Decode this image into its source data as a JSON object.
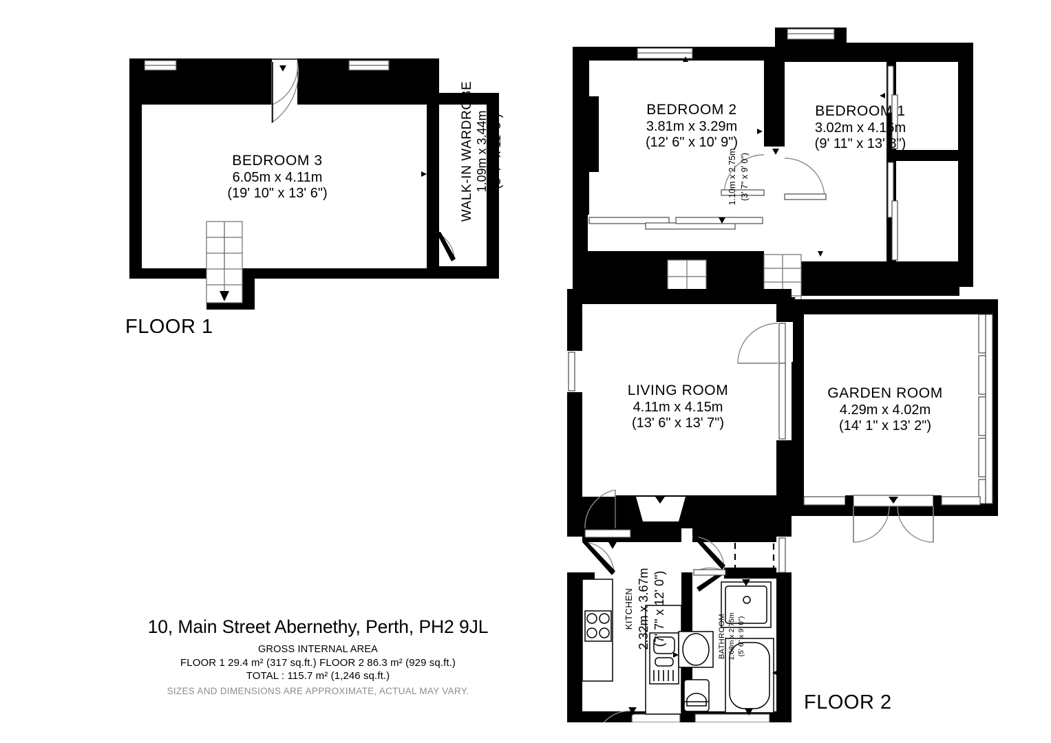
{
  "document": {
    "type": "floor-plan",
    "address": "10, Main Street Abernethy, Perth, PH2 9JL",
    "gross_internal_area_label": "GROSS INTERNAL AREA",
    "areas_line": "FLOOR 1 29.4 m² (317 sq.ft.)   FLOOR 2 86.3 m² (929 sq.ft.)",
    "total_line": "TOTAL :  115.7 m² (1,246 sq.ft.)",
    "disclaimer": "SIZES AND DIMENSIONS ARE APPROXIMATE, ACTUAL MAY VARY."
  },
  "floors": [
    {
      "tag": "FLOOR 1",
      "area_metric": "29.4 m²",
      "area_imperial": "317 sq.ft.",
      "rooms": [
        {
          "name": "BEDROOM 3",
          "dim_metric": "6.05m x 4.11m",
          "dim_imperial": "(19' 10\" x 13' 6\")",
          "orientation": "horizontal"
        },
        {
          "name": "WALK-IN WARDROBE",
          "dim_metric": "1.09m x 3.44m",
          "dim_imperial": "(3' 7\" x 11' 3\")",
          "orientation": "vertical"
        }
      ]
    },
    {
      "tag": "FLOOR 2",
      "area_metric": "86.3 m²",
      "area_imperial": "929 sq.ft.",
      "rooms": [
        {
          "name": "BEDROOM 2",
          "dim_metric": "3.81m x 3.29m",
          "dim_imperial": "(12' 6\" x 10' 9\")",
          "orientation": "horizontal"
        },
        {
          "name": "BEDROOM 1",
          "dim_metric": "3.02m x 4.16m",
          "dim_imperial": "(9' 11\" x 13' 8\")",
          "orientation": "horizontal"
        },
        {
          "name": "",
          "dim_metric": "1.10m x 2.75m",
          "dim_imperial": "(3' 7\" x 9' 0\")",
          "orientation": "vertical"
        },
        {
          "name": "LIVING ROOM",
          "dim_metric": "4.11m x 4.15m",
          "dim_imperial": "(13' 6\" x 13' 7\")",
          "orientation": "horizontal"
        },
        {
          "name": "GARDEN ROOM",
          "dim_metric": "4.29m x 4.02m",
          "dim_imperial": "(14' 1\" x 13' 2\")",
          "orientation": "horizontal"
        },
        {
          "name": "KITCHEN",
          "dim_metric": "2.32m x 3.67m",
          "dim_imperial": "(7' 7\" x 12' 0\")",
          "orientation": "vertical"
        },
        {
          "name": "BATHROOM",
          "dim_metric": "1.68m x 2.75m",
          "dim_imperial": "(5' 6\" x 9' 0\")",
          "orientation": "vertical"
        }
      ]
    }
  ],
  "colors": {
    "wall": "#000000",
    "background": "#ffffff",
    "text": "#000000",
    "muted_text": "#8d8d8d",
    "fixture_stroke": "#000000"
  }
}
